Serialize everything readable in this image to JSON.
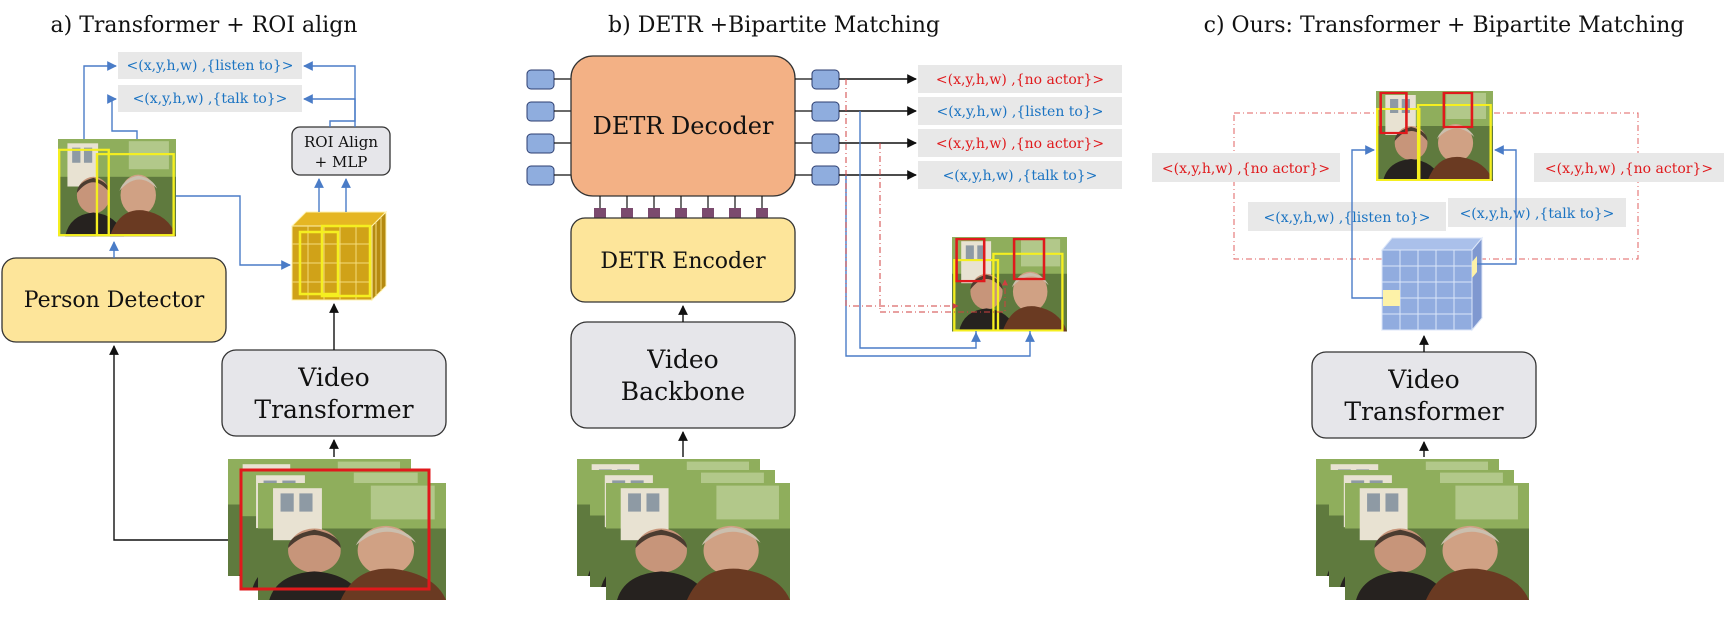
{
  "panels": {
    "a": {
      "title": "a) Transformer + ROI align",
      "query_top": "<(x,y,h,w) ,{listen to}>",
      "query_bottom": "<(x,y,h,w) ,{talk to}>",
      "roi_line1": "ROI Align",
      "roi_line2": "+ MLP",
      "person_detector": "Person Detector",
      "video_line1": "Video",
      "video_line2": "Transformer"
    },
    "b": {
      "title": "b) DETR +Bipartite Matching",
      "decoder": "DETR Decoder",
      "encoder": "DETR Encoder",
      "backbone_line1": "Video",
      "backbone_line2": "Backbone",
      "outputs": [
        {
          "text": "<(x,y,h,w) ,{no actor}>",
          "color": "#e0191c"
        },
        {
          "text": "<(x,y,h,w) ,{listen to}>",
          "color": "#1a73c2"
        },
        {
          "text": "<(x,y,h,w) ,{no actor}>",
          "color": "#e0191c"
        },
        {
          "text": "<(x,y,h,w) ,{talk to}>",
          "color": "#1a73c2"
        }
      ]
    },
    "c": {
      "title": "c) Ours: Transformer + Bipartite Matching",
      "no_actor_left": "<(x,y,h,w) ,{no actor}>",
      "no_actor_right": "<(x,y,h,w) ,{no actor}>",
      "listen": "<(x,y,h,w) ,{listen to}>",
      "talk": "<(x,y,h,w) ,{talk to}>",
      "video_line1": "Video",
      "video_line2": "Transformer"
    }
  },
  "colors": {
    "blue_text": "#1a73c2",
    "red_text": "#e0191c",
    "arrow_blue": "#4a7cc7",
    "yellow_box": "#fde59a",
    "gray_box": "#e6e6ea",
    "orange_box": "#f3b185",
    "label_bg": "#e8e8e8"
  }
}
